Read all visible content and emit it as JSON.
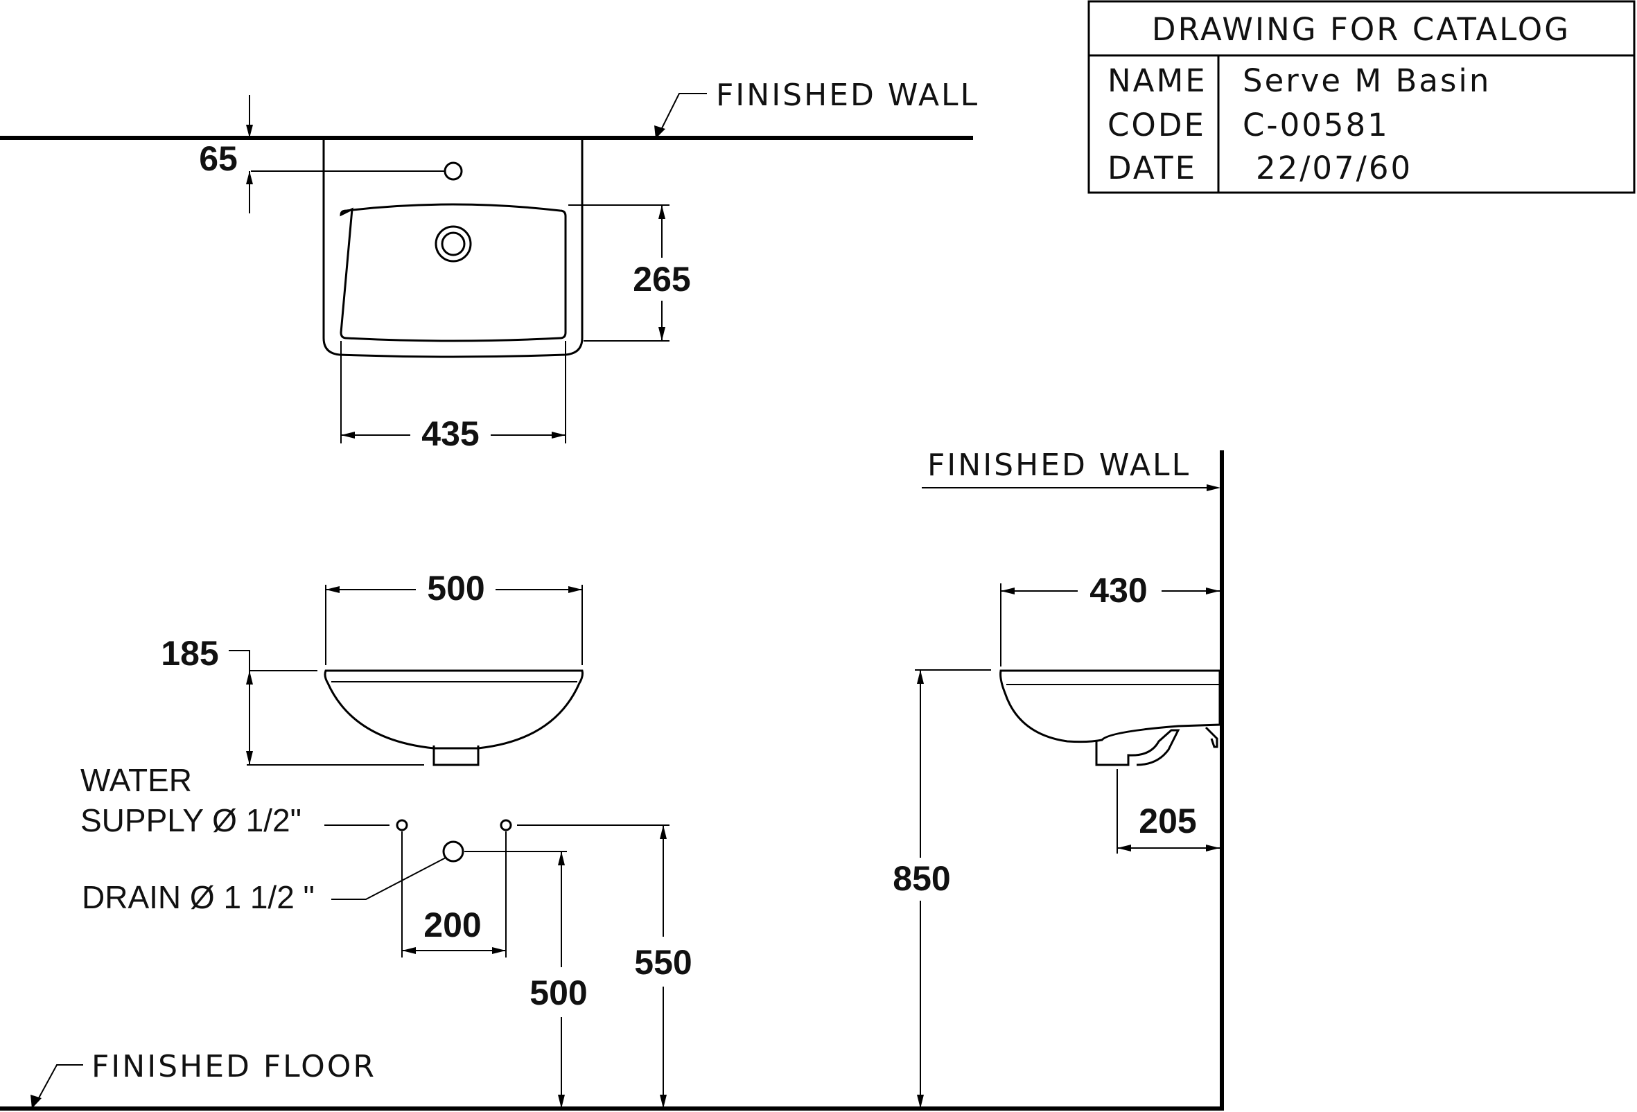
{
  "title_block": {
    "header": "DRAWING FOR CATALOG",
    "rows": [
      {
        "label": "NAME",
        "value": "Serve M Basin"
      },
      {
        "label": "CODE",
        "value": "C-00581"
      },
      {
        "label": "DATE",
        "value": "22/07/60"
      }
    ]
  },
  "labels": {
    "finished_wall_top": "FINISHED WALL",
    "finished_wall_side": "FINISHED WALL",
    "finished_floor": "FINISHED FLOOR",
    "water_supply_line1": "WATER",
    "water_supply_line2": "SUPPLY Ø 1/2\"",
    "drain": "DRAIN Ø 1 1/2 \""
  },
  "dimensions": {
    "wall_to_tap": "65",
    "bowl_depth": "265",
    "bowl_width": "435",
    "front_width": "500",
    "front_height": "185",
    "side_projection": "430",
    "drain_from_wall": "205",
    "rim_height": "850",
    "supply_spacing": "200",
    "drain_height": "500",
    "supply_height": "550"
  }
}
